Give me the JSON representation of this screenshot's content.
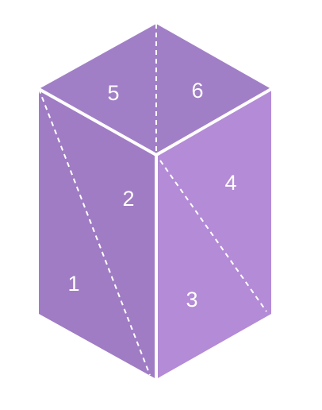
{
  "faces": {
    "top": {
      "color": "#a17fc6",
      "labels": [
        "5",
        "6"
      ]
    },
    "left": {
      "color": "#a07cc4",
      "labels": [
        "1",
        "2"
      ]
    },
    "right": {
      "color": "#b48bd6",
      "labels": [
        "3",
        "4"
      ]
    }
  },
  "colors": {
    "edge": "#ffffff",
    "diagonal": "#ffffff",
    "label": "#ffffff"
  },
  "labels": {
    "region_1": "1",
    "region_2": "2",
    "region_3": "3",
    "region_4": "4",
    "region_5": "5",
    "region_6": "6"
  }
}
